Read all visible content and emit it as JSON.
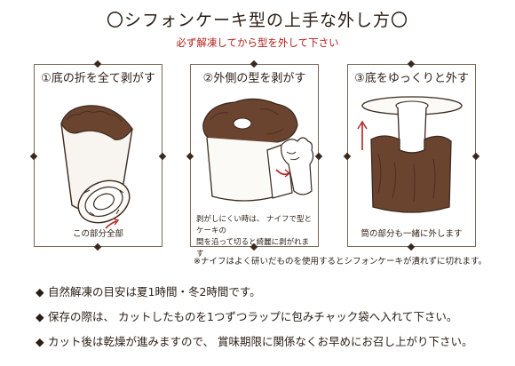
{
  "title": "〇シフォンケーキ型の上手な外し方〇",
  "subtitle": "必ず解凍してから型を外して下さい",
  "panels": [
    {
      "heading": "①底の折を全て剥がす",
      "caption": "この部分全部"
    },
    {
      "heading": "②外側の型を剥がす",
      "caption_line1": "剥がしにくい時は、 ナイフで型とケーキの",
      "caption_line2": "間を沿って切ると綺麗に剥がれます"
    },
    {
      "heading": "③底をゆっくりと外す",
      "caption": "筒の部分も一緒に外します"
    }
  ],
  "note": "※ナイフはよく研いだものを使用するとシフォンケーキが潰れずに切れます。",
  "tips": [
    {
      "bullet": "◆",
      "text": "自然解凍の目安は夏1時間・冬2時間です。"
    },
    {
      "bullet": "◆",
      "text": "保存の際は、 カットしたものを1つずつラップに包みチャック袋へ入れて下さい。"
    },
    {
      "bullet": "◆",
      "text": "カット後は乾燥が進みますので、 賞味期限に関係なくお早めにお召し上がり下さい。"
    }
  ],
  "colors": {
    "cake_brown": "#6b4430",
    "cake_dark": "#4a2e20",
    "accent_red": "#b1211c",
    "line": "#3a2a1e"
  }
}
